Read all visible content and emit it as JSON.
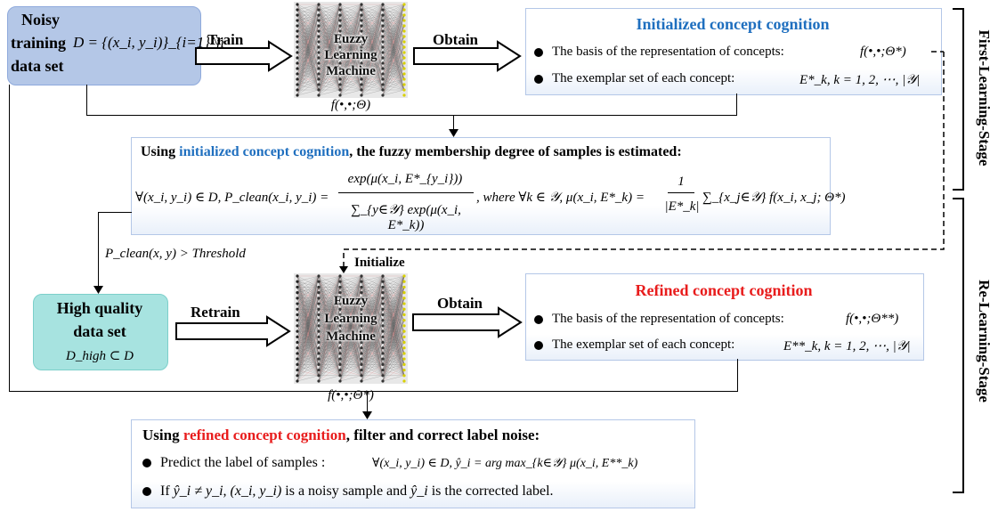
{
  "left": {
    "noisy": {
      "l1": "Noisy",
      "l2": "training",
      "l3": "data set",
      "formula": "D = {(x_i, y_i)}_{i=1}^n"
    },
    "high": {
      "l1": "High quality",
      "l2": "data set",
      "formula": "D_high ⊂ D"
    },
    "threshold": "P_clean(x, y) > Threshold"
  },
  "arrows": {
    "train": "Train",
    "obtain1": "Obtain",
    "retrain": "Retrain",
    "obtain2": "Obtain",
    "initialize": "Initialize"
  },
  "nn": {
    "label_l1": "Fuzzy",
    "label_l2": "Learning",
    "label_l3": "Machine",
    "caption_top": "f(•,•;Θ)",
    "caption_bottom": "f(•,•;Θ*)"
  },
  "initial_panel": {
    "title": "Initialized concept cognition",
    "b1_text": "The basis of the representation of concepts:",
    "b1_math": "f(•,•;Θ*)",
    "b2_text": "The exemplar set of each concept:",
    "b2_math": "E*_k, k = 1, 2, ⋯, |𝒴|"
  },
  "estimate_panel": {
    "pre": "Using ",
    "hl": "initialized concept cognition",
    "post": ", the fuzzy membership degree of samples is estimated:",
    "formula_a": "∀(x_i, y_i) ∈ D, P_clean(x_i, y_i) =",
    "frac_num": "exp(μ(x_i, E*_{y_i}))",
    "frac_den": "∑_{y∈𝒴} exp(μ(x_i, E*_k))",
    "formula_b": ", where ∀k ∈ 𝒴,  μ(x_i, E*_k) =",
    "frac2_num": "1",
    "frac2_den": "|E*_k|",
    "formula_c": "∑_{x_j∈𝒴} f(x_i, x_j; Θ*)"
  },
  "refined_panel": {
    "title": "Refined concept cognition",
    "b1_text": "The basis of the representation of concepts:",
    "b1_math": "f(•,•;Θ**)",
    "b2_text": "The exemplar set of each concept:",
    "b2_math": "E**_k, k = 1, 2, ⋯, |𝒴|"
  },
  "final_panel": {
    "pre": "Using ",
    "hl": "refined concept cognition",
    "post": ", filter and correct label noise:",
    "b1_text": "Predict the label of samples :",
    "b1_math": "∀(x_i, y_i) ∈ D,  ŷ_i = arg max_{k∈𝒴} μ(x_i, E**_k)",
    "b2_a": "If",
    "b2_math": "ŷ_i ≠ y_i,  (x_i, y_i)",
    "b2_b": "is a noisy sample and",
    "b2_math2": "ŷ_i",
    "b2_c": "is the corrected label."
  },
  "stages": {
    "first": "First-Learning-Stage",
    "re": "Re-Learning-Stage"
  },
  "colors": {
    "blue_box": "#b4c7e7",
    "teal_box": "#a7e3e0",
    "highlight_blue": "#1f6fbf",
    "highlight_red": "#e81c1c"
  }
}
